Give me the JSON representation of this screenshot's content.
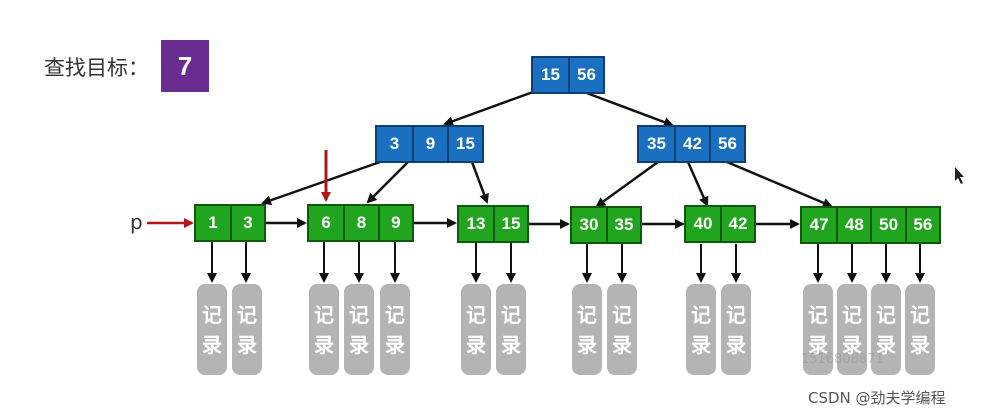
{
  "search": {
    "label": "查找目标：",
    "target": "7"
  },
  "pointer_label": "p",
  "record_chars": [
    "记",
    "录"
  ],
  "root": {
    "keys": [
      "15",
      "56"
    ]
  },
  "internal": [
    {
      "keys": [
        "3",
        "9",
        "15"
      ]
    },
    {
      "keys": [
        "35",
        "42",
        "56"
      ]
    }
  ],
  "leaves": [
    {
      "keys": [
        "1",
        "3"
      ]
    },
    {
      "keys": [
        "6",
        "8",
        "9"
      ]
    },
    {
      "keys": [
        "13",
        "15"
      ]
    },
    {
      "keys": [
        "30",
        "35"
      ]
    },
    {
      "keys": [
        "40",
        "42"
      ]
    },
    {
      "keys": [
        "47",
        "48",
        "50",
        "56"
      ]
    }
  ],
  "watermark": "CSDN @劲夫学编程",
  "faint_id": "1516808871",
  "colors": {
    "target_bg": "#6a2c91",
    "internal_node": "#1a6fc0",
    "leaf_node": "#22a51e",
    "record": "#b4b4b4",
    "pointer_arrow": "#b01818"
  }
}
